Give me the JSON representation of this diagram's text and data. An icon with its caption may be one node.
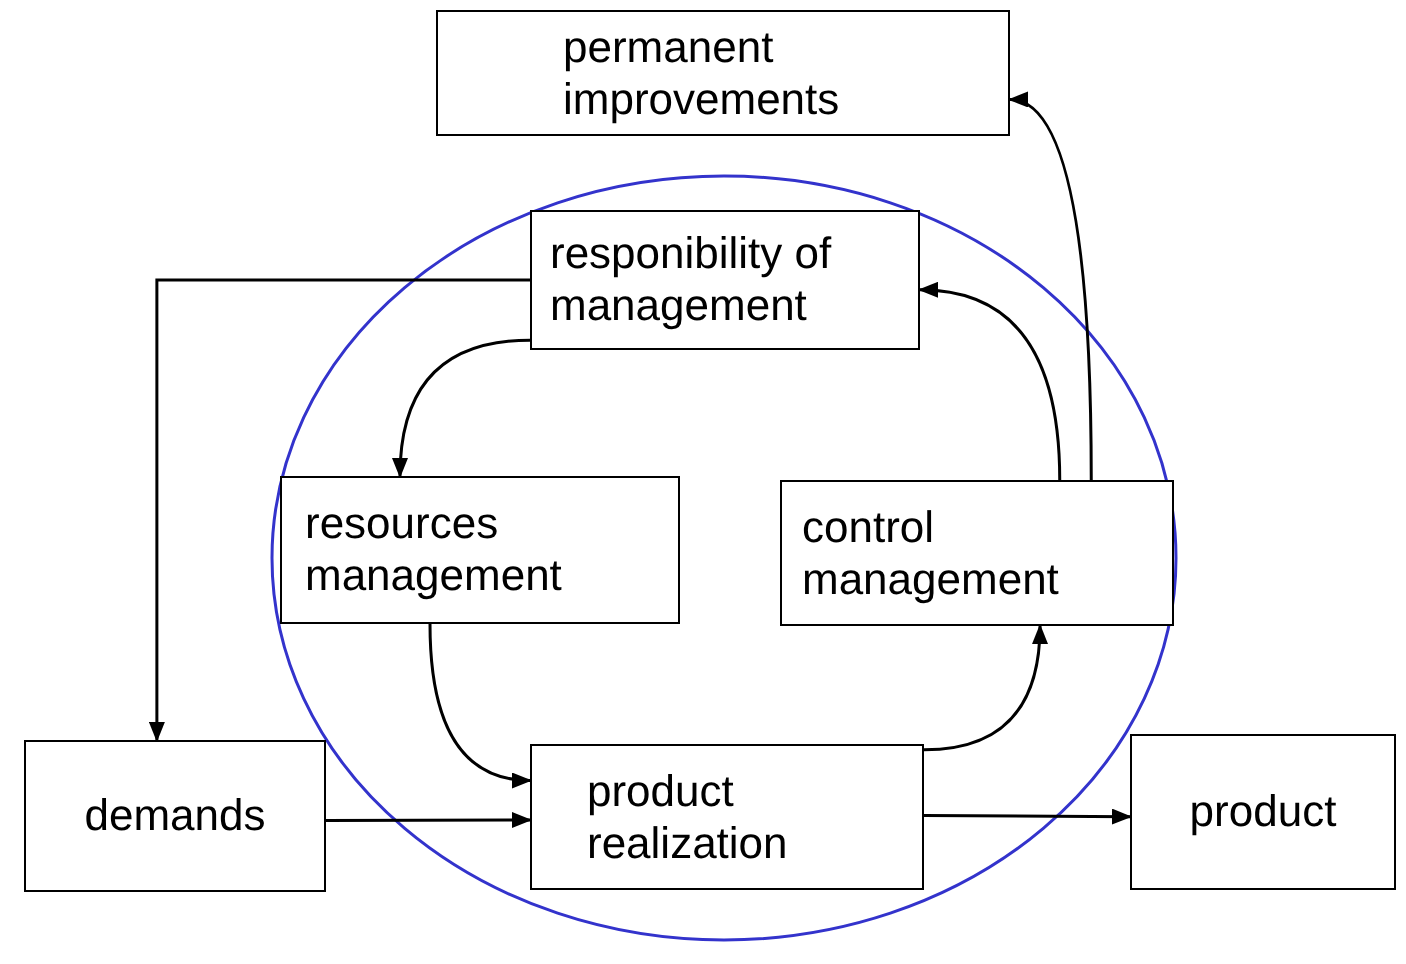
{
  "diagram": {
    "nodes": [
      {
        "text": [
          "permanent improvements"
        ]
      },
      {
        "text": [
          "responibility of management"
        ]
      },
      {
        "text": [
          "resources management"
        ]
      },
      {
        "text": [
          "control management"
        ]
      },
      {
        "text": [
          "demands"
        ]
      },
      {
        "text": [
          "product realization"
        ]
      },
      {
        "text": [
          "product"
        ]
      }
    ],
    "edges": [
      {
        "from": 1,
        "to": 4,
        "arrow": "to"
      },
      {
        "from": 1,
        "to": 2,
        "arrow": "to"
      },
      {
        "from": 2,
        "to": 5,
        "arrow": "to"
      },
      {
        "from": 5,
        "to": 3,
        "arrow": "to"
      },
      {
        "from": 3,
        "to": 1,
        "arrow": "to"
      },
      {
        "from": 3,
        "to": 0,
        "arrow": "to"
      },
      {
        "from": 4,
        "to": 5,
        "arrow": "to"
      },
      {
        "from": 5,
        "to": 6,
        "arrow": "to"
      }
    ]
  }
}
